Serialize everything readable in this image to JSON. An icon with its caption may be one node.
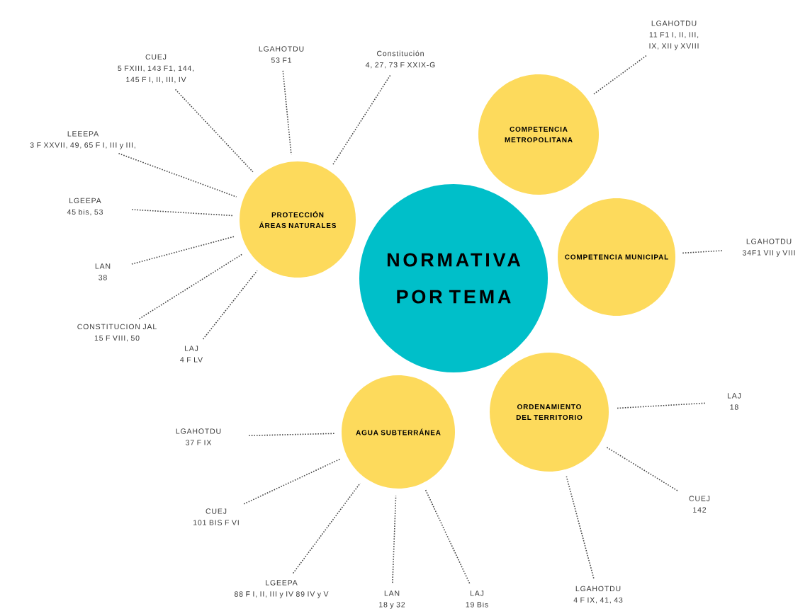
{
  "diagram": {
    "nodes": [
      {
        "text": [
          "NORMATIVA POR TEMA"
        ]
      },
      {
        "text": [
          "PROTECCIÓN ÁREAS NATURALES"
        ]
      },
      {
        "text": [
          "COMPETENCIA METROPOLITANA"
        ]
      },
      {
        "text": [
          "COMPETENCIA MUNICIPAL"
        ]
      },
      {
        "text": [
          "AGUA SUBTERRÁNEA"
        ]
      },
      {
        "text": [
          "ORDENAMIENTO DEL TERRITORIO"
        ]
      },
      {
        "text": [
          "CUEJ",
          "5 FXIII, 143 F1, 144, 145 F I, II, III, IV"
        ]
      },
      {
        "text": [
          "LGAHOTDU",
          "53 F1"
        ]
      },
      {
        "text": [
          "Constitución",
          "4, 27, 73 F XXIX-G"
        ]
      },
      {
        "text": [
          "LEEEPA",
          "3 F XXVII, 49, 65 F I, III y III,"
        ]
      },
      {
        "text": [
          "LGEEPA",
          "45 bis, 53"
        ]
      },
      {
        "text": [
          "LAN",
          "38"
        ]
      },
      {
        "text": [
          "CONSTITUCION JAL",
          "15 F VIII, 50"
        ]
      },
      {
        "text": [
          "LAJ",
          "4 F LV"
        ]
      },
      {
        "text": [
          "LGAHOTDU",
          "11 F1 I, II, III, IX, XII y XVIII"
        ]
      },
      {
        "text": [
          "LGAHOTDU",
          "34F1 VII y VIII"
        ]
      },
      {
        "text": [
          "LGAHOTDU",
          "37 F IX"
        ]
      },
      {
        "text": [
          "CUEJ",
          "101 BIS F VI"
        ]
      },
      {
        "text": [
          "LGEEPA",
          "88 F I, II, III y IV 89 IV y V"
        ]
      },
      {
        "text": [
          "LAN",
          "18 y 32"
        ]
      },
      {
        "text": [
          "LAJ",
          "19 Bis"
        ]
      },
      {
        "text": [
          "LAJ",
          "18"
        ]
      },
      {
        "text": [
          "CUEJ",
          "142"
        ]
      },
      {
        "text": [
          "LGAHOTDU",
          "4 F IX, 41, 43"
        ]
      }
    ],
    "edges": [
      {
        "from": 6,
        "to": 1,
        "arrow": "none"
      },
      {
        "from": 7,
        "to": 1,
        "arrow": "none"
      },
      {
        "from": 8,
        "to": 1,
        "arrow": "none"
      },
      {
        "from": 9,
        "to": 1,
        "arrow": "none"
      },
      {
        "from": 10,
        "to": 1,
        "arrow": "none"
      },
      {
        "from": 11,
        "to": 1,
        "arrow": "none"
      },
      {
        "from": 12,
        "to": 1,
        "arrow": "none"
      },
      {
        "from": 13,
        "to": 1,
        "arrow": "none"
      },
      {
        "from": 14,
        "to": 2,
        "arrow": "none"
      },
      {
        "from": 15,
        "to": 3,
        "arrow": "none"
      },
      {
        "from": 16,
        "to": 4,
        "arrow": "none"
      },
      {
        "from": 17,
        "to": 4,
        "arrow": "none"
      },
      {
        "from": 18,
        "to": 4,
        "arrow": "none"
      },
      {
        "from": 19,
        "to": 4,
        "arrow": "none"
      },
      {
        "from": 20,
        "to": 4,
        "arrow": "none"
      },
      {
        "from": 21,
        "to": 5,
        "arrow": "none"
      },
      {
        "from": 22,
        "to": 5,
        "arrow": "none"
      },
      {
        "from": 23,
        "to": 5,
        "arrow": "none"
      }
    ]
  }
}
